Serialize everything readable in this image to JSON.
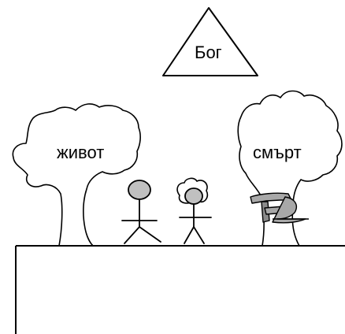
{
  "labels": {
    "god": "Бог",
    "life": "живот",
    "death": "смърт"
  },
  "colors": {
    "ink": "#000000",
    "head_fill": "#c0c0c0",
    "scythe_blade": "#a8a8a8",
    "scythe_handle": "#8a8a8a",
    "background": "#ffffff"
  },
  "icons": {
    "god": "triangle-icon",
    "life": "tree-icon",
    "death": "tree-icon",
    "people": "stick-figure-icon",
    "weapon": "scythe-icon"
  }
}
